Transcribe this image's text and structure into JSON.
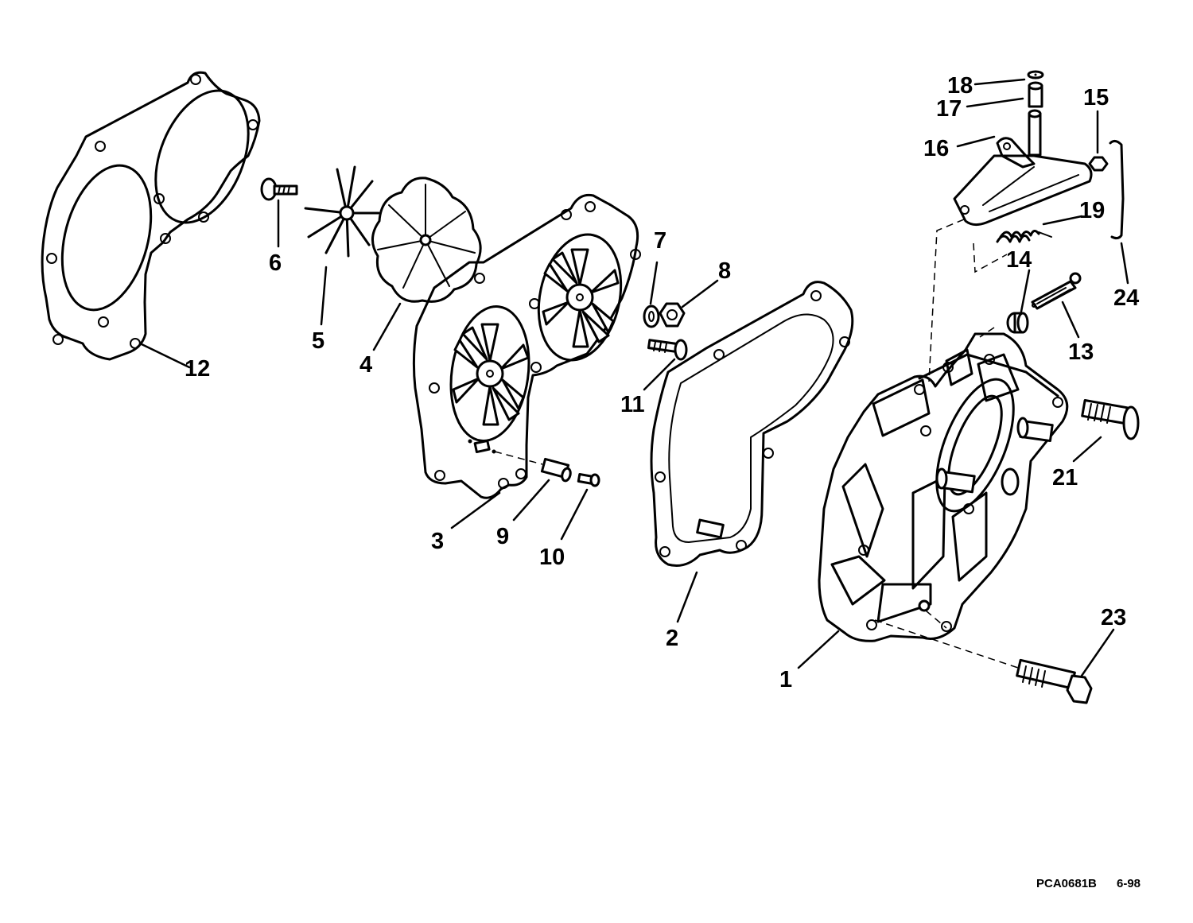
{
  "callouts": {
    "c1": "1",
    "c2": "2",
    "c3": "3",
    "c4": "4",
    "c5": "5",
    "c6": "6",
    "c7": "7",
    "c8": "8",
    "c9": "9",
    "c10": "10",
    "c11": "11",
    "c12": "12",
    "c13": "13",
    "c14": "14",
    "c15": "15",
    "c16": "16",
    "c17": "17",
    "c18": "18",
    "c19": "19",
    "c21": "21",
    "c23": "23",
    "c24": "24"
  },
  "footer": {
    "code": "PCA0681B",
    "date": "6-98"
  }
}
